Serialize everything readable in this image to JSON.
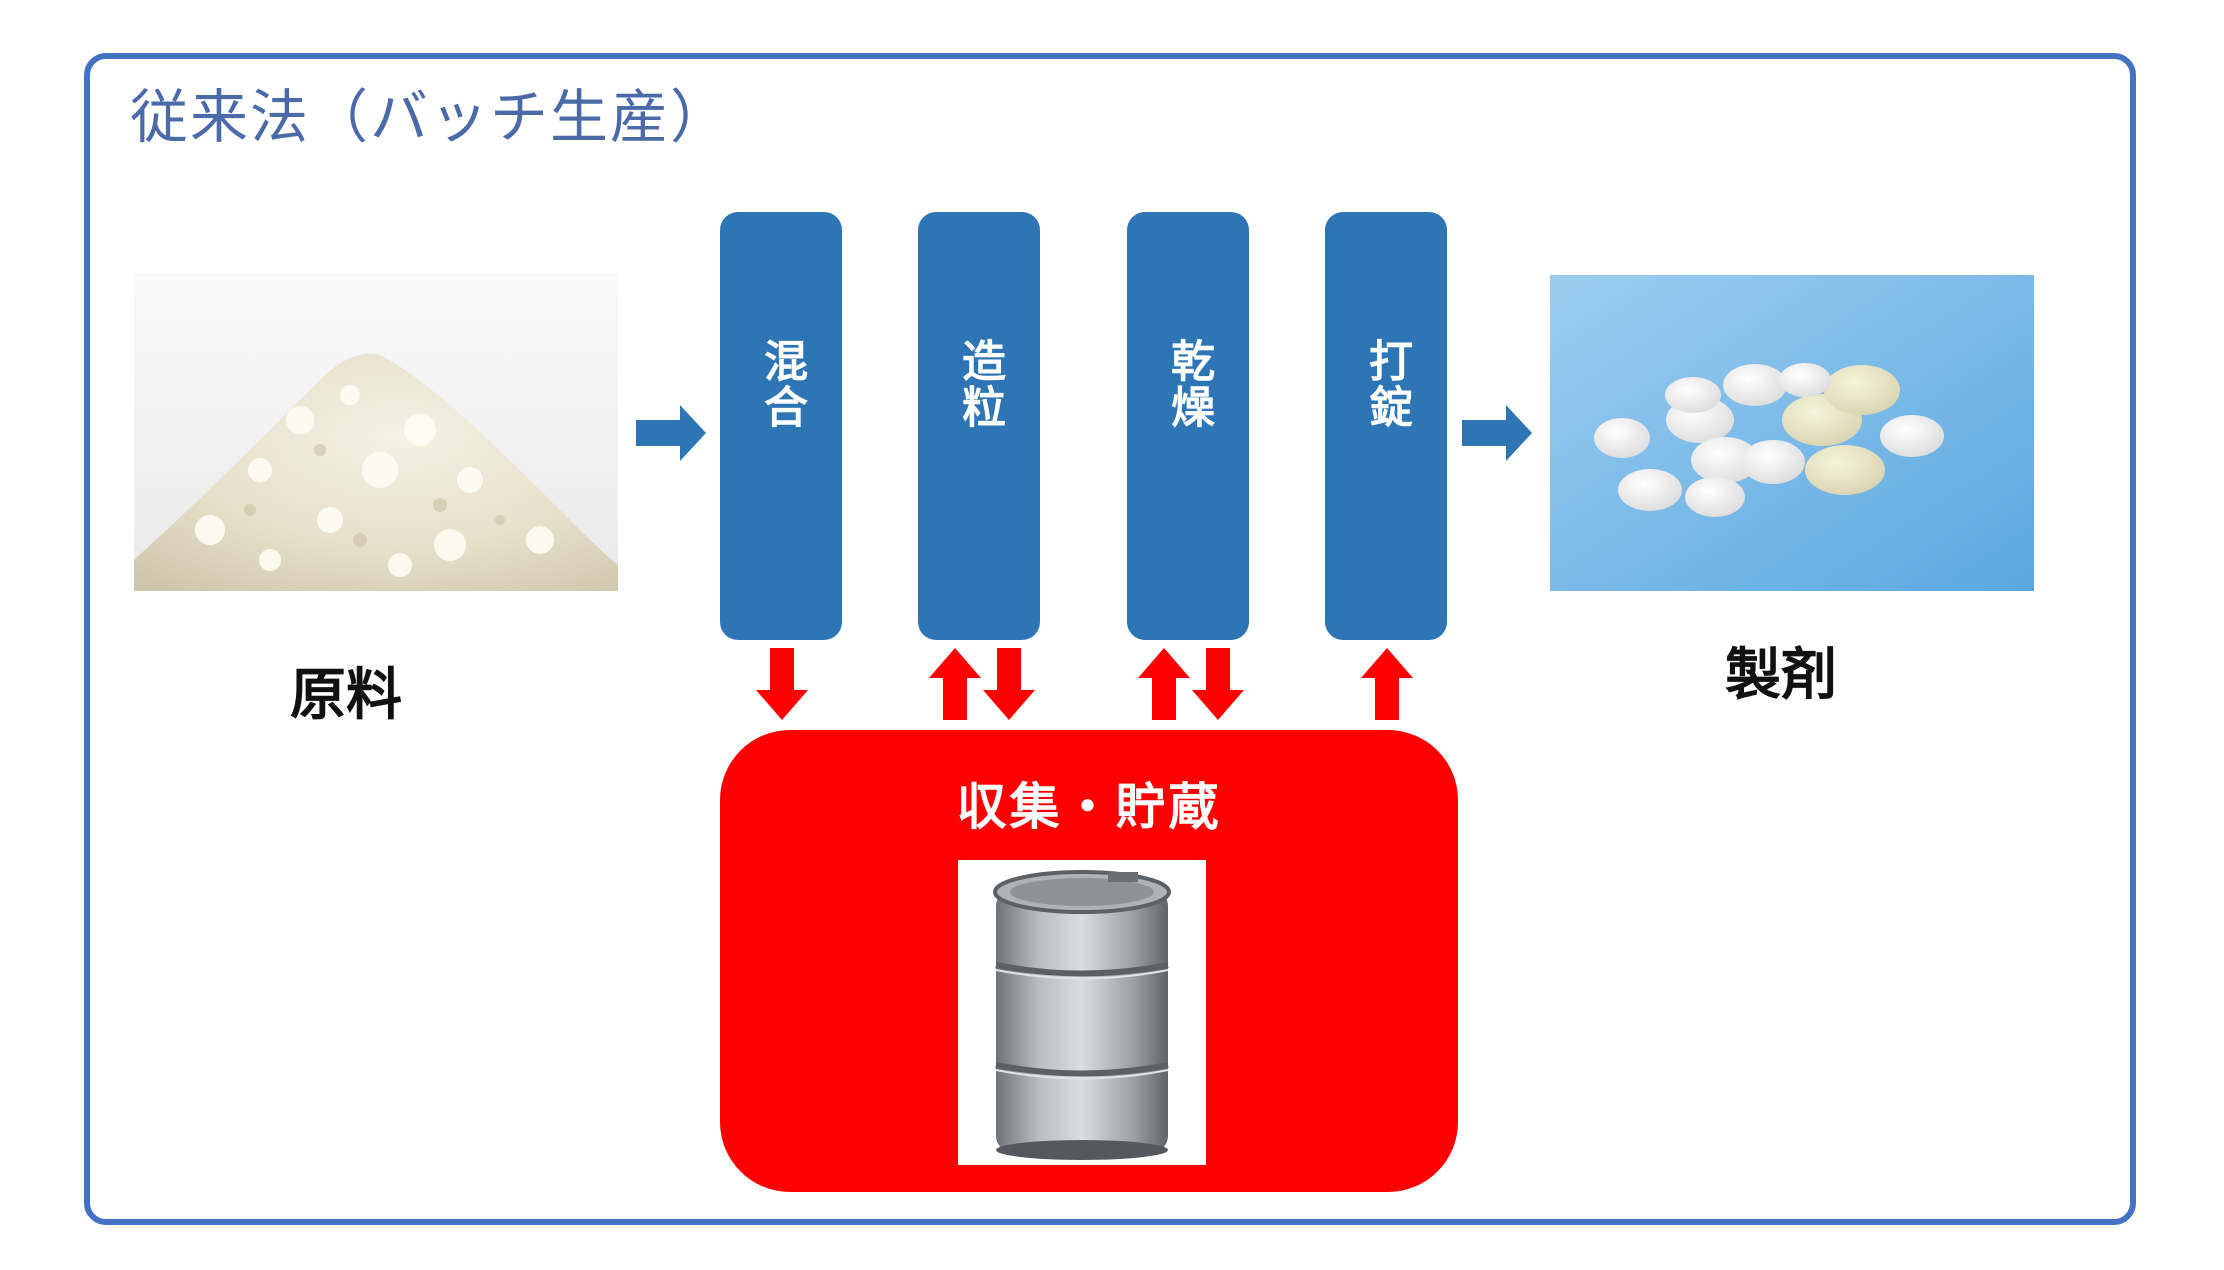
{
  "title": "従来法（バッチ生産）",
  "input": {
    "label": "原料",
    "image": "powder-pile"
  },
  "steps": [
    {
      "label": "混合"
    },
    {
      "label": "造粒"
    },
    {
      "label": "乾燥"
    },
    {
      "label": "打錠"
    }
  ],
  "output": {
    "label": "製剤",
    "image": "white-tablets"
  },
  "storage": {
    "label": "収集・貯蔵",
    "image": "steel-drum"
  },
  "colors": {
    "frame": "#4472c4",
    "step": "#2e75b6",
    "storage": "#ff0000",
    "flow_arrow": "#2e75b6",
    "storage_arrow": "#ff0000"
  }
}
